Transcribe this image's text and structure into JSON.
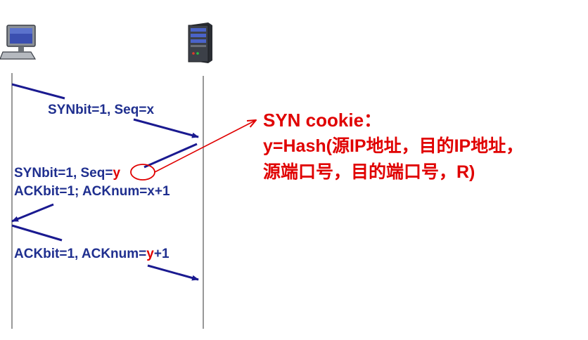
{
  "diagram": {
    "messages": {
      "syn": {
        "text": "SYNbit=1, Seq=x"
      },
      "synack": {
        "line1_prefix": "SYNbit=1, Seq=",
        "line1_highlight": "y",
        "line2": "ACKbit=1; ACKnum=x+1"
      },
      "ack": {
        "prefix": "ACKbit=1, ACKnum=",
        "highlight": "y",
        "suffix": "+1"
      }
    },
    "note": {
      "title": "SYN cookie：",
      "line1": "y=Hash(源IP地址，目的IP地址，",
      "line2": "源端口号，目的端口号，R)"
    },
    "icons": {
      "client": "desktop-computer-icon",
      "server": "server-tower-icon"
    },
    "colors": {
      "message_text": "#1f2f8f",
      "arrow": "#1a1a90",
      "highlight": "#e00000",
      "lifeline": "#555555"
    }
  }
}
